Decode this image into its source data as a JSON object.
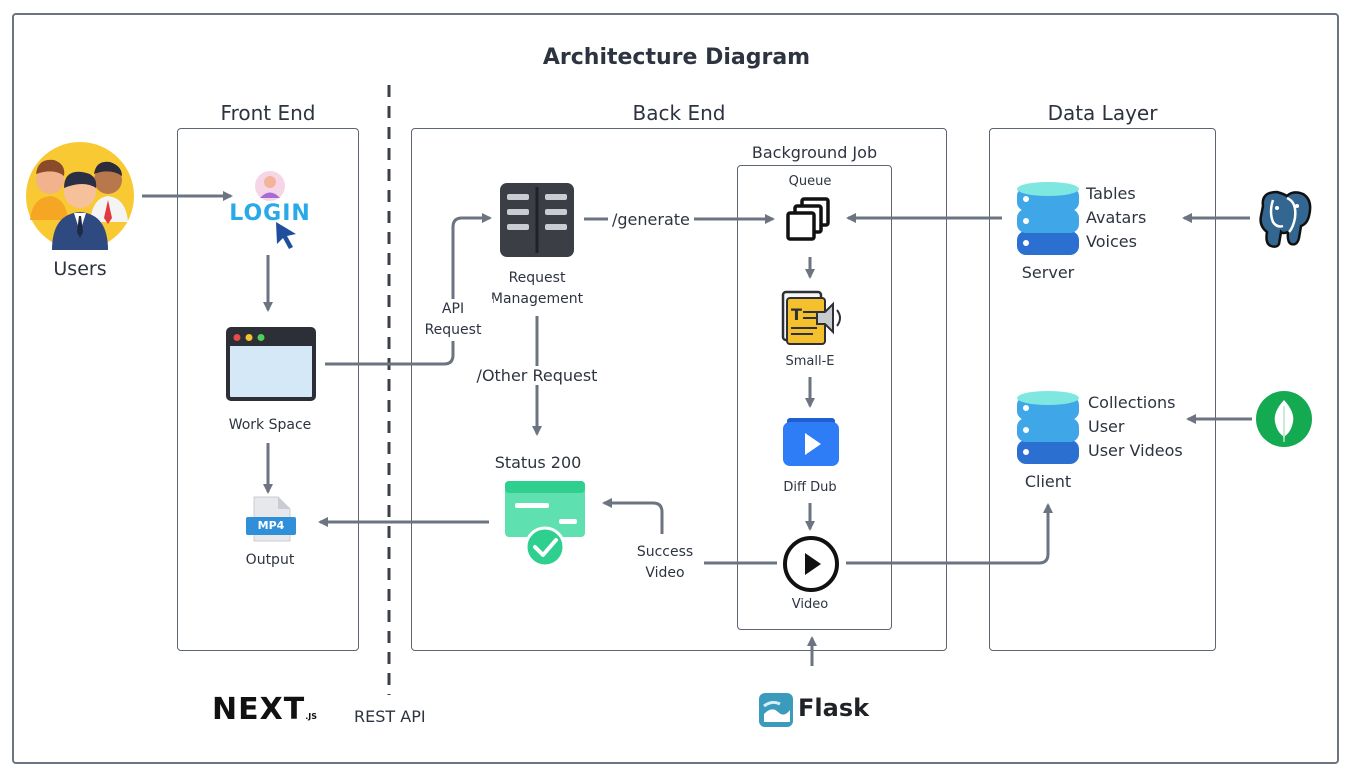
{
  "title": "Architecture Diagram",
  "sections": {
    "front_end": "Front End",
    "back_end": "Back End",
    "data_layer": "Data Layer",
    "background_job": "Background Job"
  },
  "nodes": {
    "users": "Users",
    "login": "LOGIN",
    "work_space": "Work Space",
    "output": "Output",
    "mp4_badge": "MP4",
    "request_management_1": "Request",
    "request_management_2": "Management",
    "status": "Status 200",
    "queue": "Queue",
    "small_e": "Small-E",
    "diff_dub": "Diff Dub",
    "video": "Video",
    "server": "Server",
    "client": "Client"
  },
  "edges": {
    "api_request_1": "API",
    "api_request_2": "Request",
    "generate": "/generate",
    "other_request": "/Other Request",
    "success_video_1": "Success",
    "success_video_2": "Video"
  },
  "server_items": [
    "Tables",
    "Avatars",
    "Voices"
  ],
  "client_items": [
    "Collections",
    "User",
    "User Videos"
  ],
  "footer": {
    "nextjs": "NEXT",
    "nextjs_suffix": ".JS",
    "rest_api": "REST API",
    "flask": "Flask"
  },
  "colors": {
    "arrow": "#6b7480",
    "db_top": "#7ee7e0",
    "db_mid": "#3fa6e8",
    "db_bottom": "#2b6fd1",
    "status_green": "#2ecf8f",
    "diff_dub_blue": "#2e7cf6",
    "mongo_green": "#13aa52",
    "postgres_blue": "#336791"
  },
  "icons": [
    "users-icon",
    "login-icon",
    "browser-window-icon",
    "mp4-file-icon",
    "server-rack-icon",
    "status-card-icon",
    "queue-stack-icon",
    "text-to-speech-icon",
    "video-app-icon",
    "play-icon",
    "database-icon",
    "postgresql-icon",
    "mongodb-icon",
    "nextjs-logo",
    "flask-logo"
  ]
}
